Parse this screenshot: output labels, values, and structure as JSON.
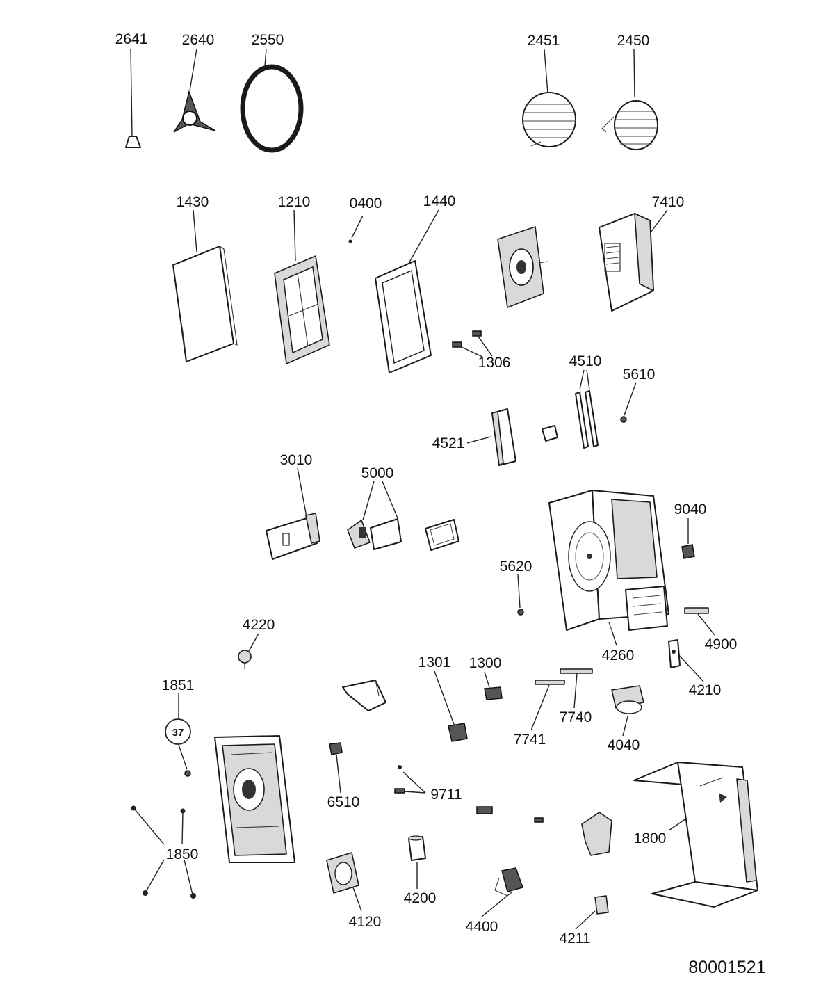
{
  "diagram_number": "80001521",
  "badge": "37",
  "labels": {
    "p2641": "2641",
    "p2640": "2640",
    "p2550": "2550",
    "p2451": "2451",
    "p2450": "2450",
    "p1430": "1430",
    "p1210": "1210",
    "p0400": "0400",
    "p1440": "1440",
    "p7410": "7410",
    "p1306": "1306",
    "p4510": "4510",
    "p5610": "5610",
    "p4521": "4521",
    "p3010": "3010",
    "p5000": "5000",
    "p9040": "9040",
    "p5620": "5620",
    "p4220": "4220",
    "p4900": "4900",
    "p4260": "4260",
    "p1301": "1301",
    "p1300": "1300",
    "p4210": "4210",
    "p7740": "7740",
    "p1851": "1851",
    "p7741": "7741",
    "p4040": "4040",
    "p6510": "6510",
    "p9711": "9711",
    "p1800": "1800",
    "p1850": "1850",
    "p4200": "4200",
    "p4120": "4120",
    "p4400": "4400",
    "p4211": "4211"
  }
}
